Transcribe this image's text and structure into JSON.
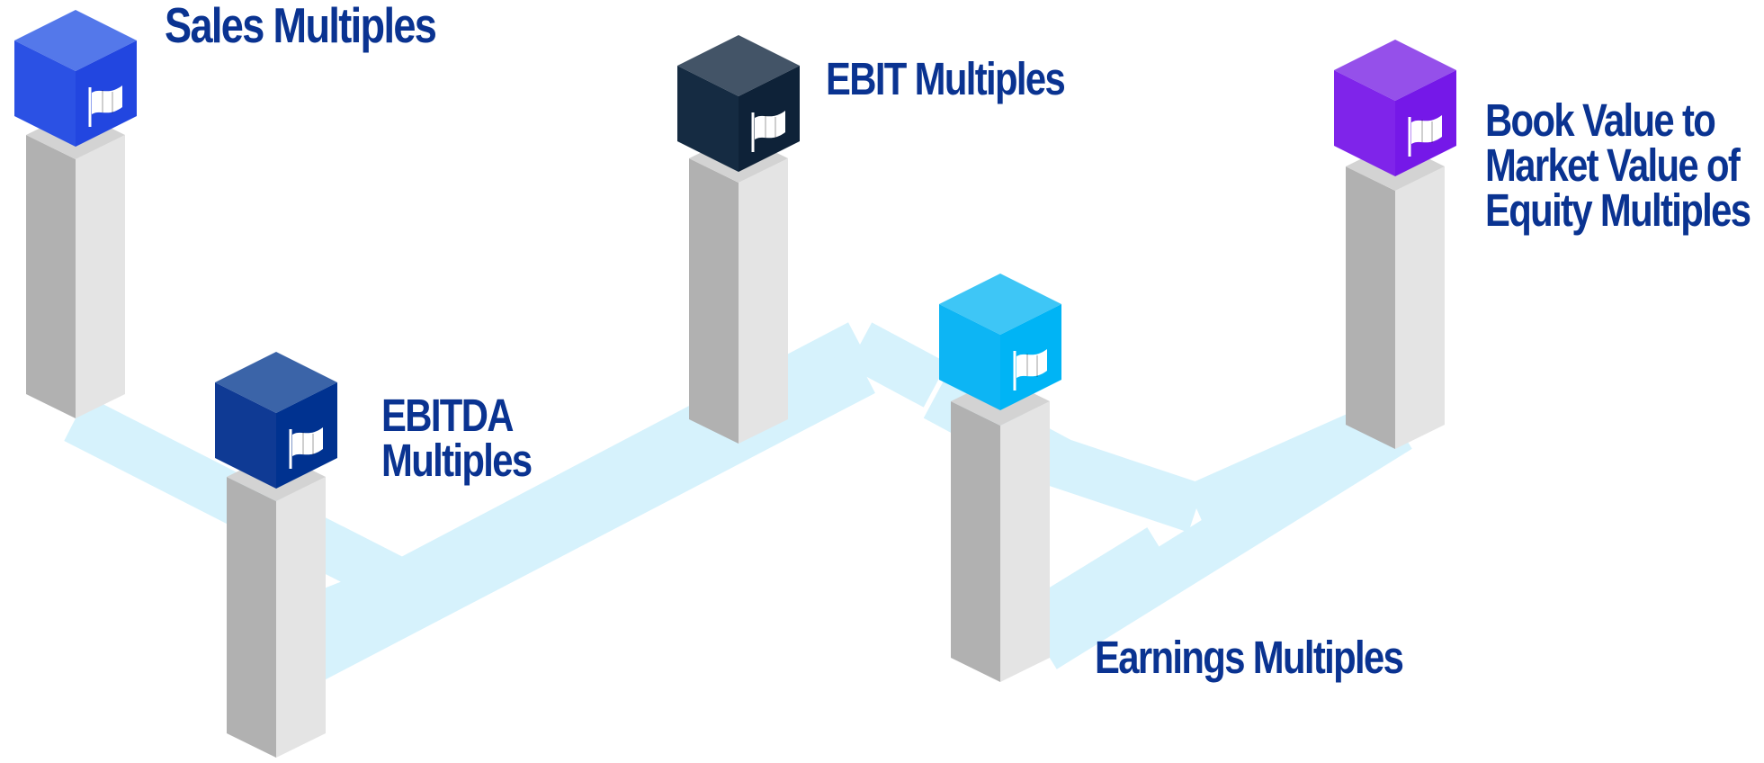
{
  "milestones": [
    {
      "id": "sales",
      "lines": [
        "Sales Multiples"
      ],
      "cube_color": {
        "top": "#5478ea",
        "left": "#2b51e4",
        "right": "#2246e0"
      }
    },
    {
      "id": "ebitda",
      "lines": [
        "EBITDA",
        "Multiples"
      ],
      "cube_color": {
        "top": "#3b64a8",
        "left": "#0f3a94",
        "right": "#003290"
      }
    },
    {
      "id": "ebit",
      "lines": [
        "EBIT Multiples"
      ],
      "cube_color": {
        "top": "#435467",
        "left": "#152b42",
        "right": "#0e2238"
      }
    },
    {
      "id": "earnings",
      "lines": [
        "Earnings Multiples"
      ],
      "cube_color": {
        "top": "#3ec6f6",
        "left": "#0db5f4",
        "right": "#00b4f5"
      }
    },
    {
      "id": "book",
      "lines": [
        "Book Value to",
        "Market Value of",
        "Equity Multiples"
      ],
      "cube_color": {
        "top": "#9550ea",
        "left": "#7f24ea",
        "right": "#7518e8"
      }
    }
  ],
  "icon": "flag-icon",
  "colors": {
    "label_text": "#0a3391",
    "path": "#d6f2fc",
    "pillar_left": "#b1b1b1",
    "pillar_right": "#e4e4e4",
    "pillar_top": "#d3d3d3",
    "flag": "#ffffff"
  }
}
